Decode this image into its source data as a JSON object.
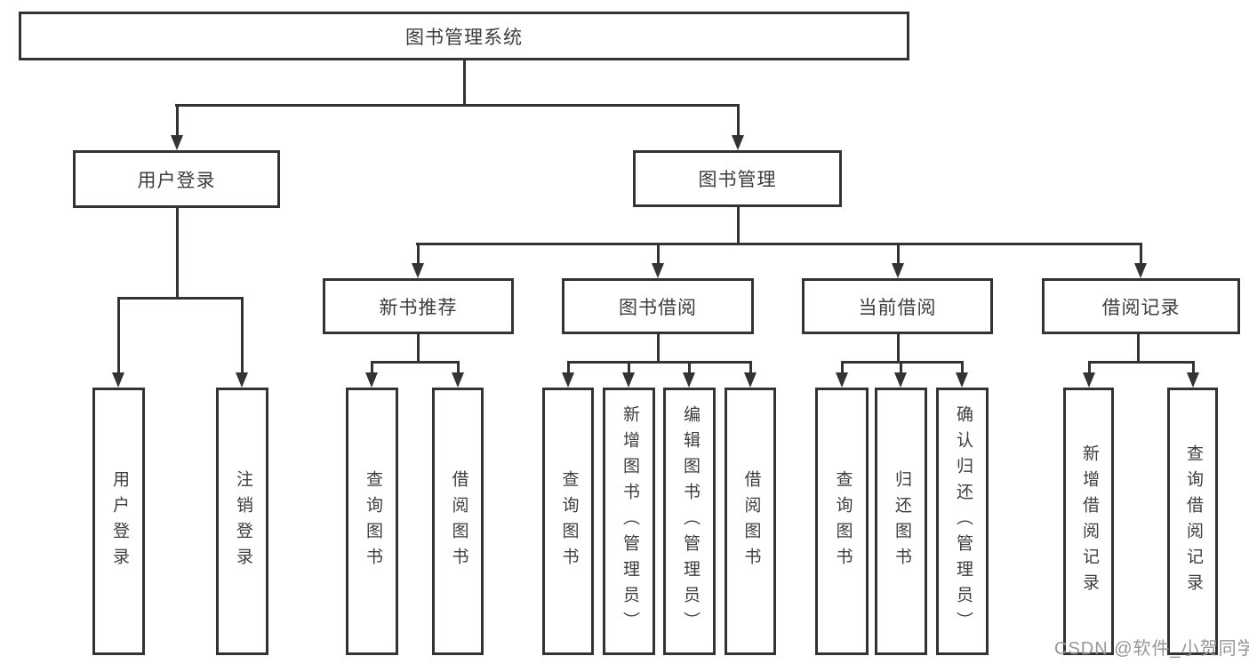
{
  "diagram": {
    "root": {
      "label": "图书管理系统"
    },
    "level2": [
      {
        "label": "用户登录"
      },
      {
        "label": "图书管理"
      }
    ],
    "level3": [
      {
        "label": "新书推荐"
      },
      {
        "label": "图书借阅"
      },
      {
        "label": "当前借阅"
      },
      {
        "label": "借阅记录"
      }
    ],
    "leaves": [
      {
        "label": "用户登录"
      },
      {
        "label": "注销登录"
      },
      {
        "label": "查询图书"
      },
      {
        "label": "借阅图书"
      },
      {
        "label": "查询图书"
      },
      {
        "label": "新增图书（管理员）"
      },
      {
        "label": "编辑图书（管理员）"
      },
      {
        "label": "借阅图书"
      },
      {
        "label": "查询图书"
      },
      {
        "label": "归还图书"
      },
      {
        "label": "确认归还（管理员）"
      },
      {
        "label": "新增借阅记录"
      },
      {
        "label": "查询借阅记录"
      }
    ]
  },
  "watermark": {
    "text": "CSDN @软件_小贺同学"
  },
  "colors": {
    "line": "#333333",
    "text": "#3d3d3d",
    "watermark": "#969696",
    "background": "#ffffff"
  }
}
